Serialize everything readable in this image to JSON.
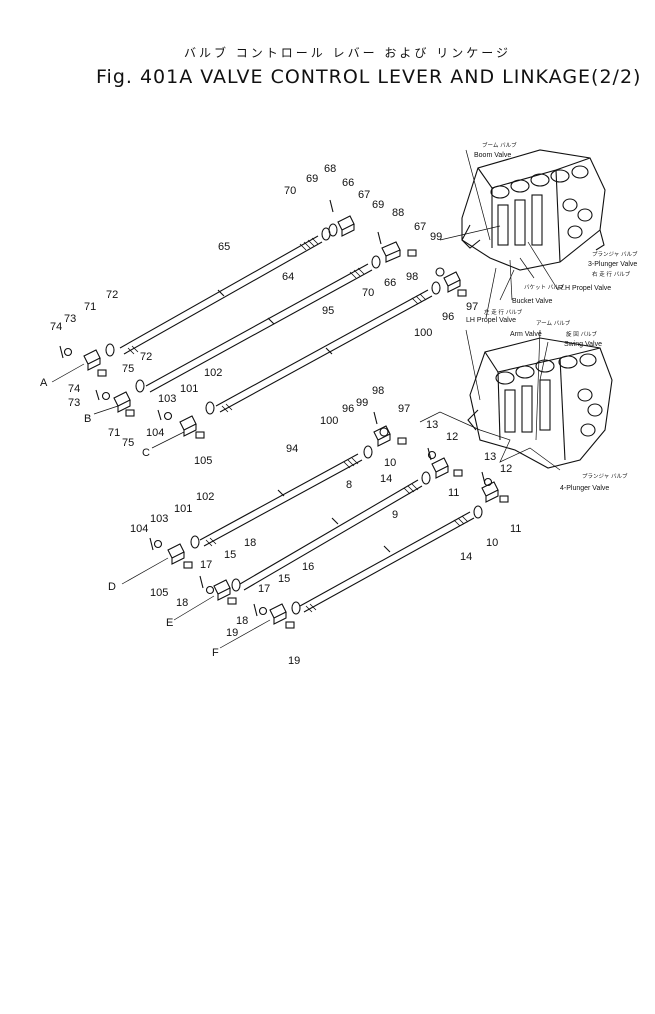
{
  "title_jp": "バルブ コントロール レバー および リンケージ",
  "title": "Fig. 401A  VALVE CONTROL LEVER AND LINKAGE(2/2)",
  "valves": {
    "boom_jp": "ブーム バルブ",
    "boom": "Boom Valve",
    "plunger3_jp": "プランジャ バルブ",
    "plunger3": "3-Plunger Valve",
    "rh_jp": "右 走 行 バルブ",
    "rh": "R.H Propel Valve",
    "bucket_jp": "バケット バルブ",
    "bucket": "Bucket Valve",
    "lh_jp": "左 走 行 バルブ",
    "lh": "LH Propel Valve",
    "arm_jp": "アーム バルブ",
    "arm": "Arm Valve",
    "swing_jp": "旋 回 バルブ",
    "swing": "Swing Valve",
    "plunger4_jp": "プランジャ バルブ",
    "plunger4": "4-Plunger Valve"
  },
  "labels": {
    "l_68": "68",
    "l_69a": "69",
    "l_66a": "66",
    "l_70a": "70",
    "l_67a": "67",
    "l_69b": "69",
    "l_88": "88",
    "l_67b": "67",
    "l_99a": "99",
    "l_65": "65",
    "l_98a": "98",
    "l_66b": "66",
    "l_70b": "70",
    "l_97a": "97",
    "l_96a": "96",
    "l_72a": "72",
    "l_71a": "71",
    "l_73a": "73",
    "l_74a": "74",
    "l_64": "64",
    "l_95": "95",
    "l_100a": "100",
    "l_75a": "75",
    "l_72b": "72",
    "l_A": "A",
    "l_74b": "74",
    "l_73b": "73",
    "l_B": "B",
    "l_71b": "71",
    "l_75b": "75",
    "l_101a": "101",
    "l_102a": "102",
    "l_103a": "103",
    "l_104a": "104",
    "l_C": "C",
    "l_105a": "105",
    "l_99b": "99",
    "l_98b": "98",
    "l_100b": "100",
    "l_96b": "96",
    "l_97b": "97",
    "l_13a": "13",
    "l_12a": "12",
    "l_94": "94",
    "l_10a": "10",
    "l_11a": "11",
    "l_14a": "14",
    "l_13b": "13",
    "l_12b": "12",
    "l_8": "8",
    "l_102b": "102",
    "l_101b": "101",
    "l_103b": "103",
    "l_104b": "104",
    "l_9": "9",
    "l_11b": "11",
    "l_10b": "10",
    "l_14b": "14",
    "l_D": "D",
    "l_105b": "105",
    "l_15a": "15",
    "l_18a": "18",
    "l_17a": "17",
    "l_18b": "18",
    "l_E": "E",
    "l_16": "16",
    "l_17b": "17",
    "l_15b": "15",
    "l_19a": "19",
    "l_18c": "18",
    "l_F": "F",
    "l_19b": "19"
  }
}
